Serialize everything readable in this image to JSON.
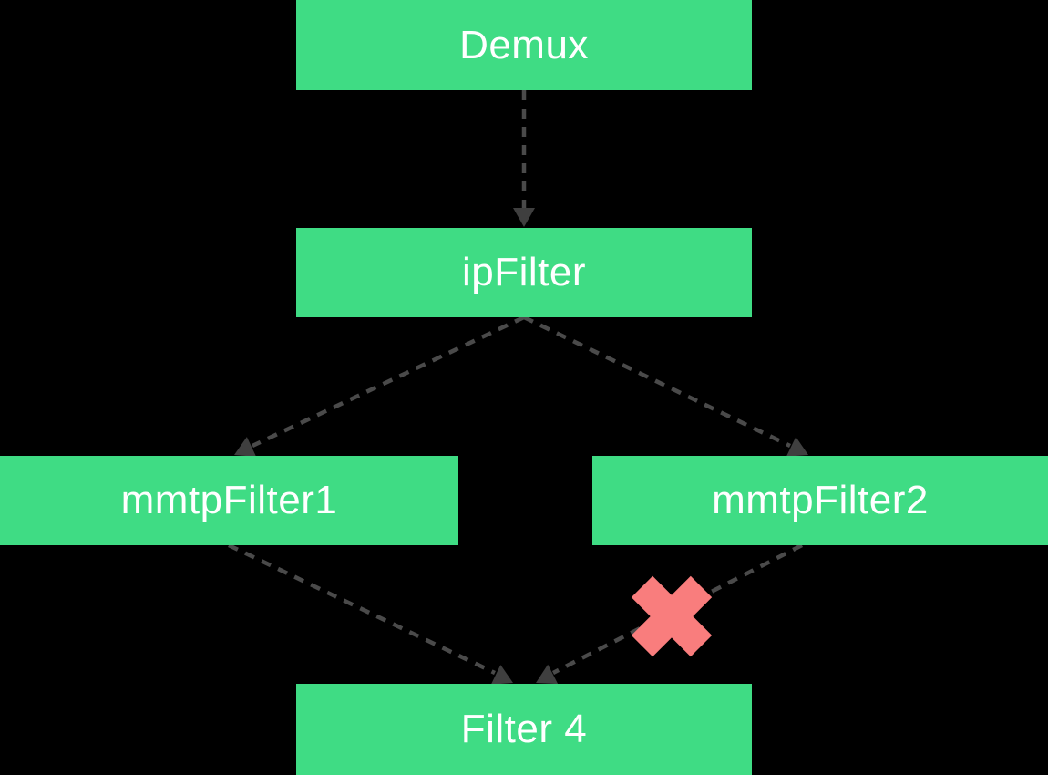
{
  "diagram": {
    "type": "flow-diagram",
    "colors": {
      "background": "#000000",
      "node_fill": "#3fdc84",
      "node_text": "#ffffff",
      "edge": "#4a4a4a",
      "arrowhead": "#3f3f3f",
      "blocked_x": "#f97d7d"
    },
    "nodes": [
      {
        "id": "demux",
        "label": "Demux"
      },
      {
        "id": "ipfilter",
        "label": "ipFilter"
      },
      {
        "id": "mmtpfilter1",
        "label": "mmtpFilter1"
      },
      {
        "id": "mmtpfilter2",
        "label": "mmtpFilter2"
      },
      {
        "id": "filter4",
        "label": "Filter 4"
      }
    ],
    "edges": [
      {
        "from": "Demux",
        "to": "ipFilter",
        "style": "dashed-arrow",
        "blocked": false
      },
      {
        "from": "ipFilter",
        "to": "mmtpFilter1",
        "style": "dashed-arrow",
        "blocked": false
      },
      {
        "from": "ipFilter",
        "to": "mmtpFilter2",
        "style": "dashed-arrow",
        "blocked": false
      },
      {
        "from": "mmtpFilter1",
        "to": "Filter 4",
        "style": "dashed-arrow",
        "blocked": false
      },
      {
        "from": "mmtpFilter2",
        "to": "Filter 4",
        "style": "dashed-arrow",
        "blocked": true
      }
    ]
  }
}
